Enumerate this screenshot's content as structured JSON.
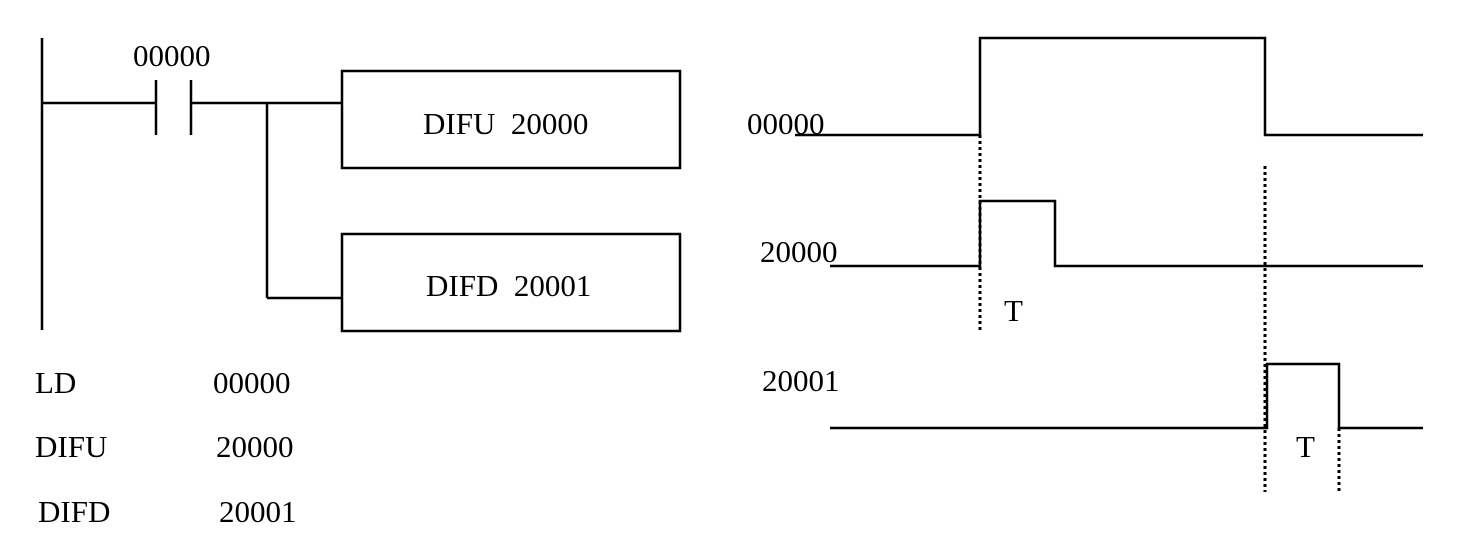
{
  "ladder": {
    "contact_label": "00000",
    "box1_label": "DIFU  20000",
    "box2_label": "DIFD  20001"
  },
  "mnemonic": [
    {
      "op": "LD",
      "operand": "00000"
    },
    {
      "op": "DIFU",
      "operand": "20000"
    },
    {
      "op": "DIFD",
      "operand": "20001"
    }
  ],
  "timing": {
    "signals": [
      "00000",
      "20000",
      "20001"
    ],
    "pulse_labels": [
      "T",
      "T"
    ]
  }
}
